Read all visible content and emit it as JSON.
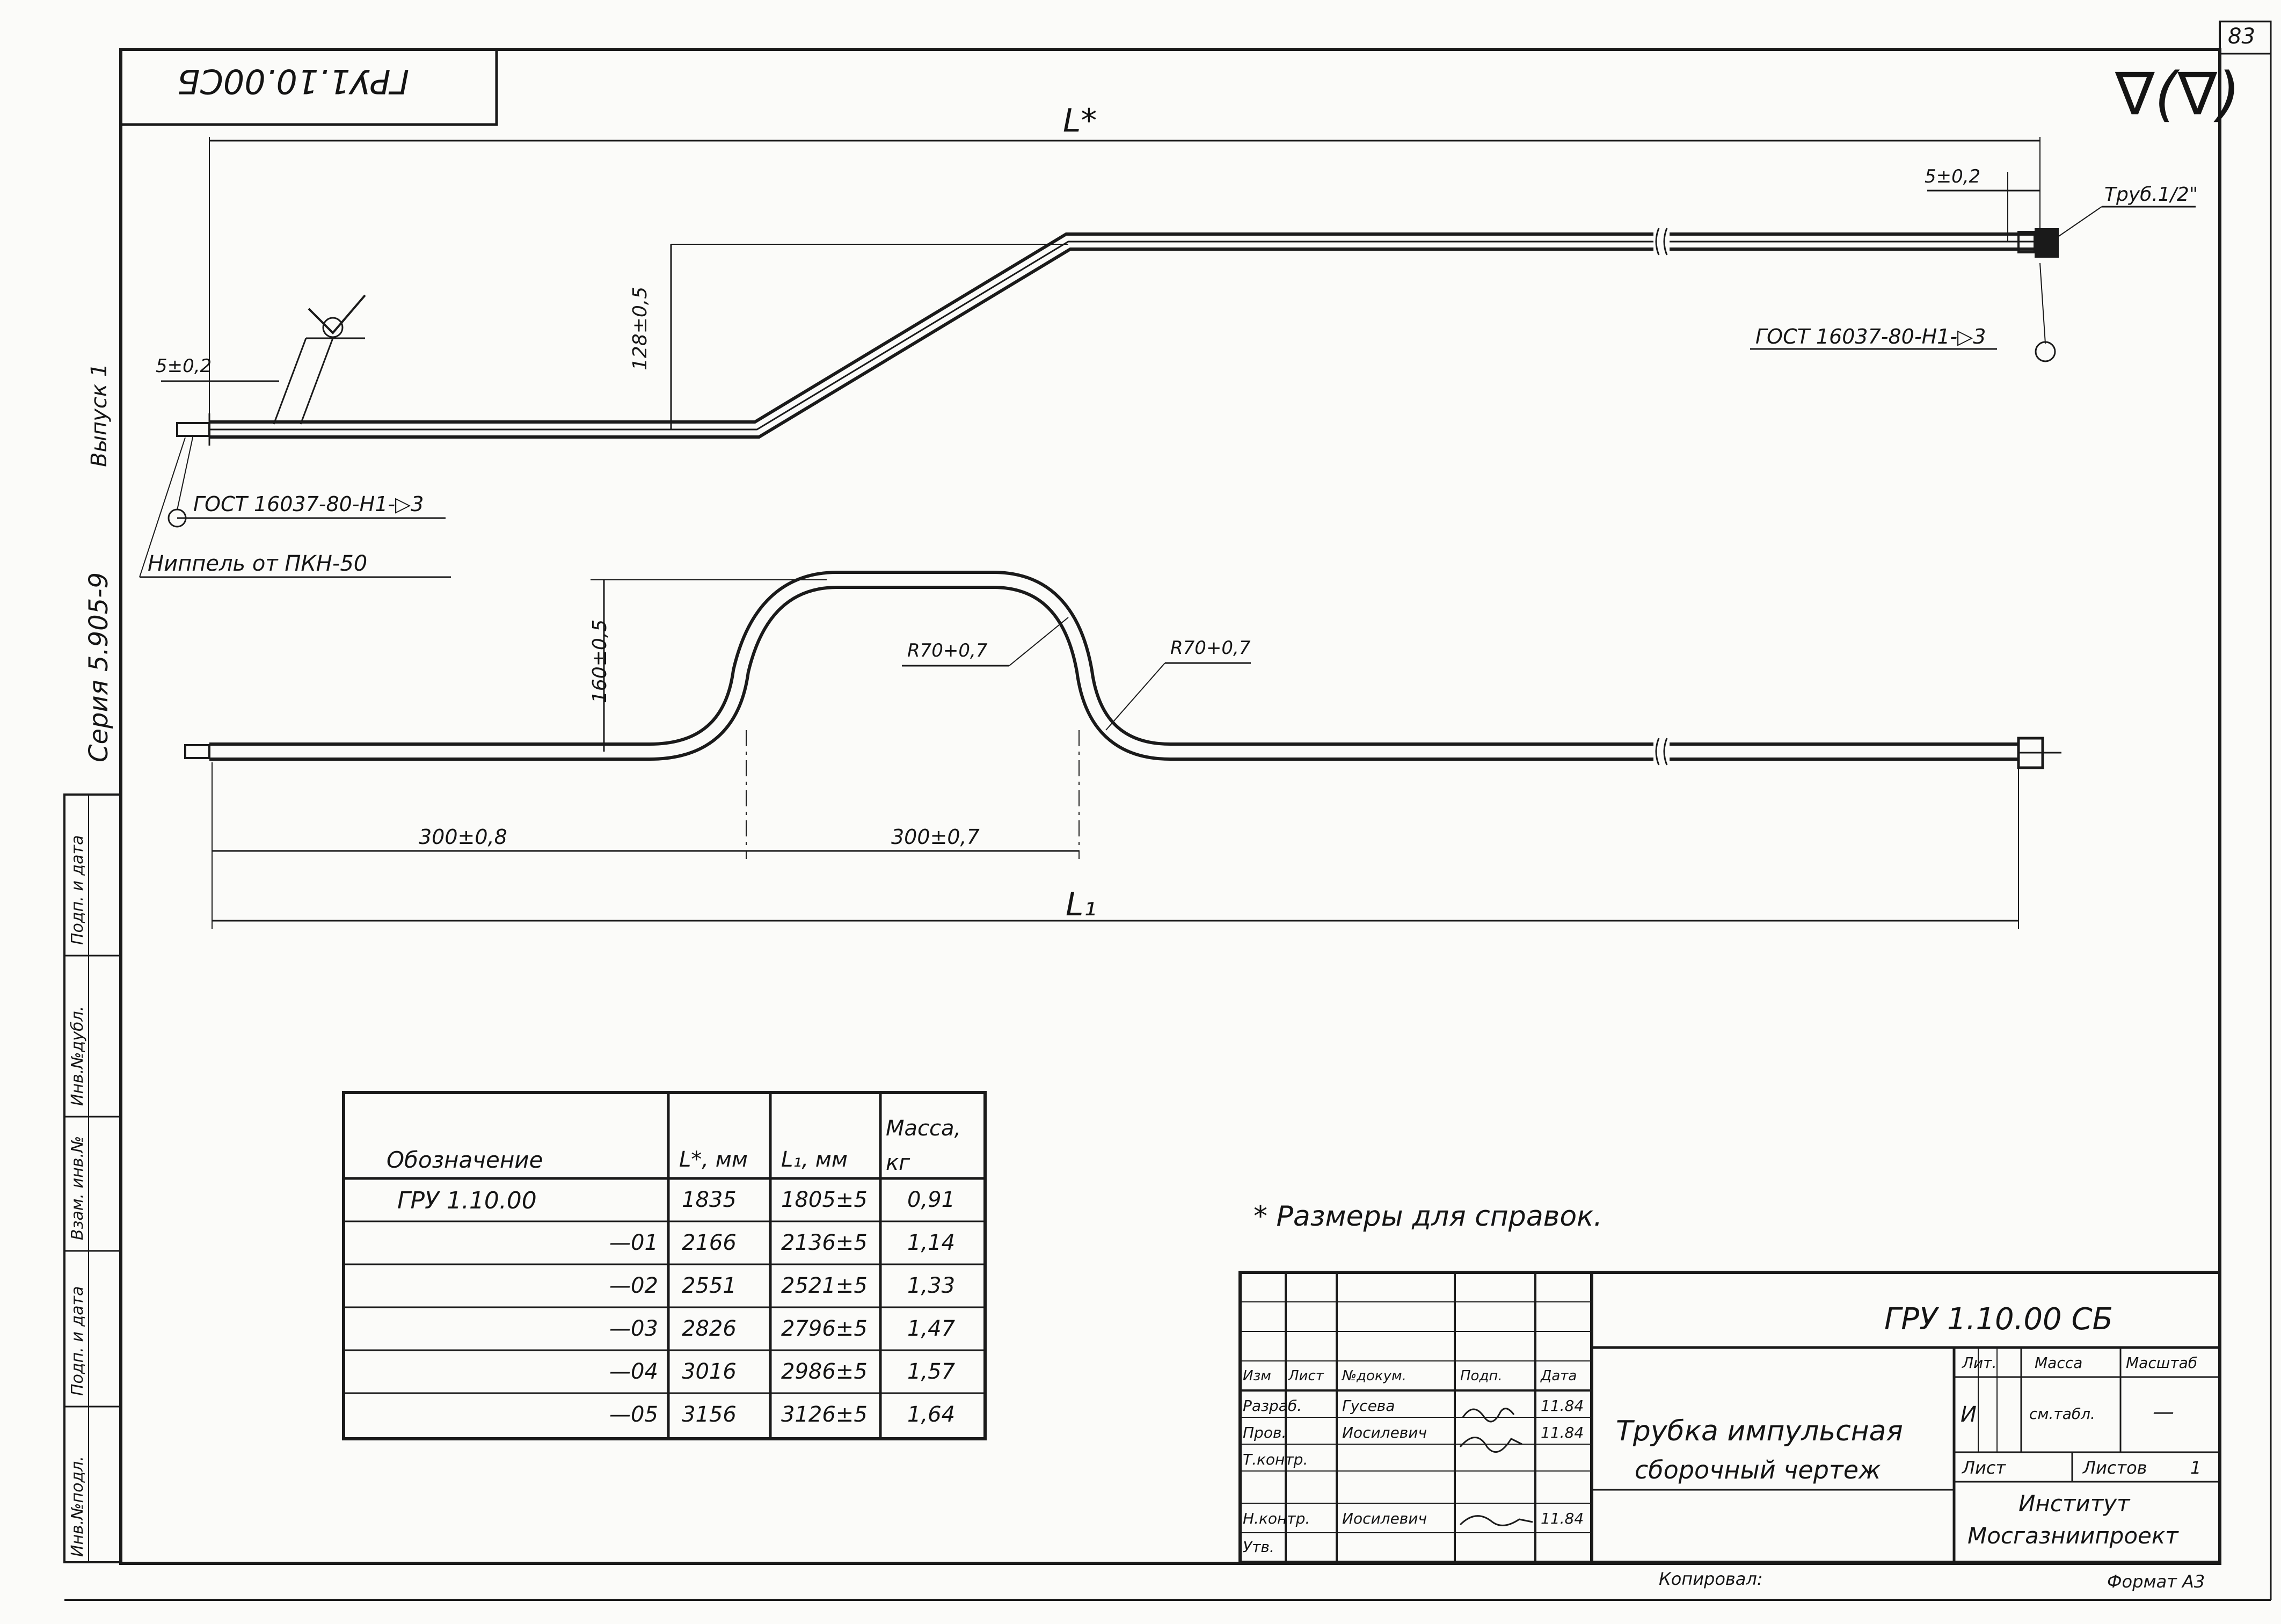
{
  "page_number": "83",
  "rotated_code": "ГРУ1.10.00СБ",
  "surface_finish": "∇(∇)",
  "dims": {
    "L_star": "L*",
    "L1": "L₁",
    "tol_5_left": "5±0,2",
    "tol_5_right": "5±0,2",
    "h_128": "128±0,5",
    "h_160": "160±0,5",
    "d_300_a": "300±0,8",
    "d_300_b": "300±0,7",
    "r_left": "R70+0,7",
    "r_right": "R70+0,7"
  },
  "callouts": {
    "gost_left": "ГОСТ 16037-80-Н1-▷3",
    "gost_right": "ГОСТ 16037-80-Н1-▷3",
    "nipple": "Ниппель от ПКН-50",
    "pipe_right": "Труб.1/2\""
  },
  "left_margin": {
    "series": "Серия 5.905-9",
    "issue": "Выпуск 1"
  },
  "side_stamp": [
    "Инв.№подл.",
    "Подп. и дата",
    "Взам. инв.№",
    "Инв.№дубл.",
    "Подп. и дата"
  ],
  "table": {
    "headers": [
      "Обозначение",
      "L*, мм",
      "L₁, мм",
      "Масса, кг"
    ],
    "rows": [
      [
        "ГРУ 1.10.00",
        "1835",
        "1805±5",
        "0,91"
      ],
      [
        "—01",
        "2166",
        "2136±5",
        "1,14"
      ],
      [
        "—02",
        "2551",
        "2521±5",
        "1,33"
      ],
      [
        "—03",
        "2826",
        "2796±5",
        "1,47"
      ],
      [
        "—04",
        "3016",
        "2986±5",
        "1,57"
      ],
      [
        "—05",
        "3156",
        "3126±5",
        "1,64"
      ]
    ]
  },
  "note": "* Размеры для справок.",
  "title_block": {
    "doc_code": "ГРУ 1.10.00 СБ",
    "title_line1": "Трубка импульсная",
    "title_line2": "сборочный чертеж",
    "hdr": [
      "Изм",
      "Лист",
      "№докум.",
      "Подп.",
      "Дата"
    ],
    "roles": [
      "Разраб.",
      "Пров.",
      "Т.контр.",
      "",
      "Н.контр.",
      "Утв."
    ],
    "names": [
      "Гусева",
      "Иосилевич",
      "",
      "",
      "Иосилевич",
      ""
    ],
    "dates": [
      "11.84",
      "11.84",
      "",
      "",
      "11.84",
      ""
    ],
    "lit_label": "Лит.",
    "mass_label": "Масса",
    "scale_label": "Масштаб",
    "lit_value": "И",
    "mass_value": "см.табл.",
    "scale_value": "—",
    "sheet_label": "Лист",
    "sheets_label": "Листов",
    "sheets_value": "1",
    "org_line1": "Институт",
    "org_line2": "Мосгазниипроект"
  },
  "copied_by": "Копировал:",
  "format": "Формат А3"
}
